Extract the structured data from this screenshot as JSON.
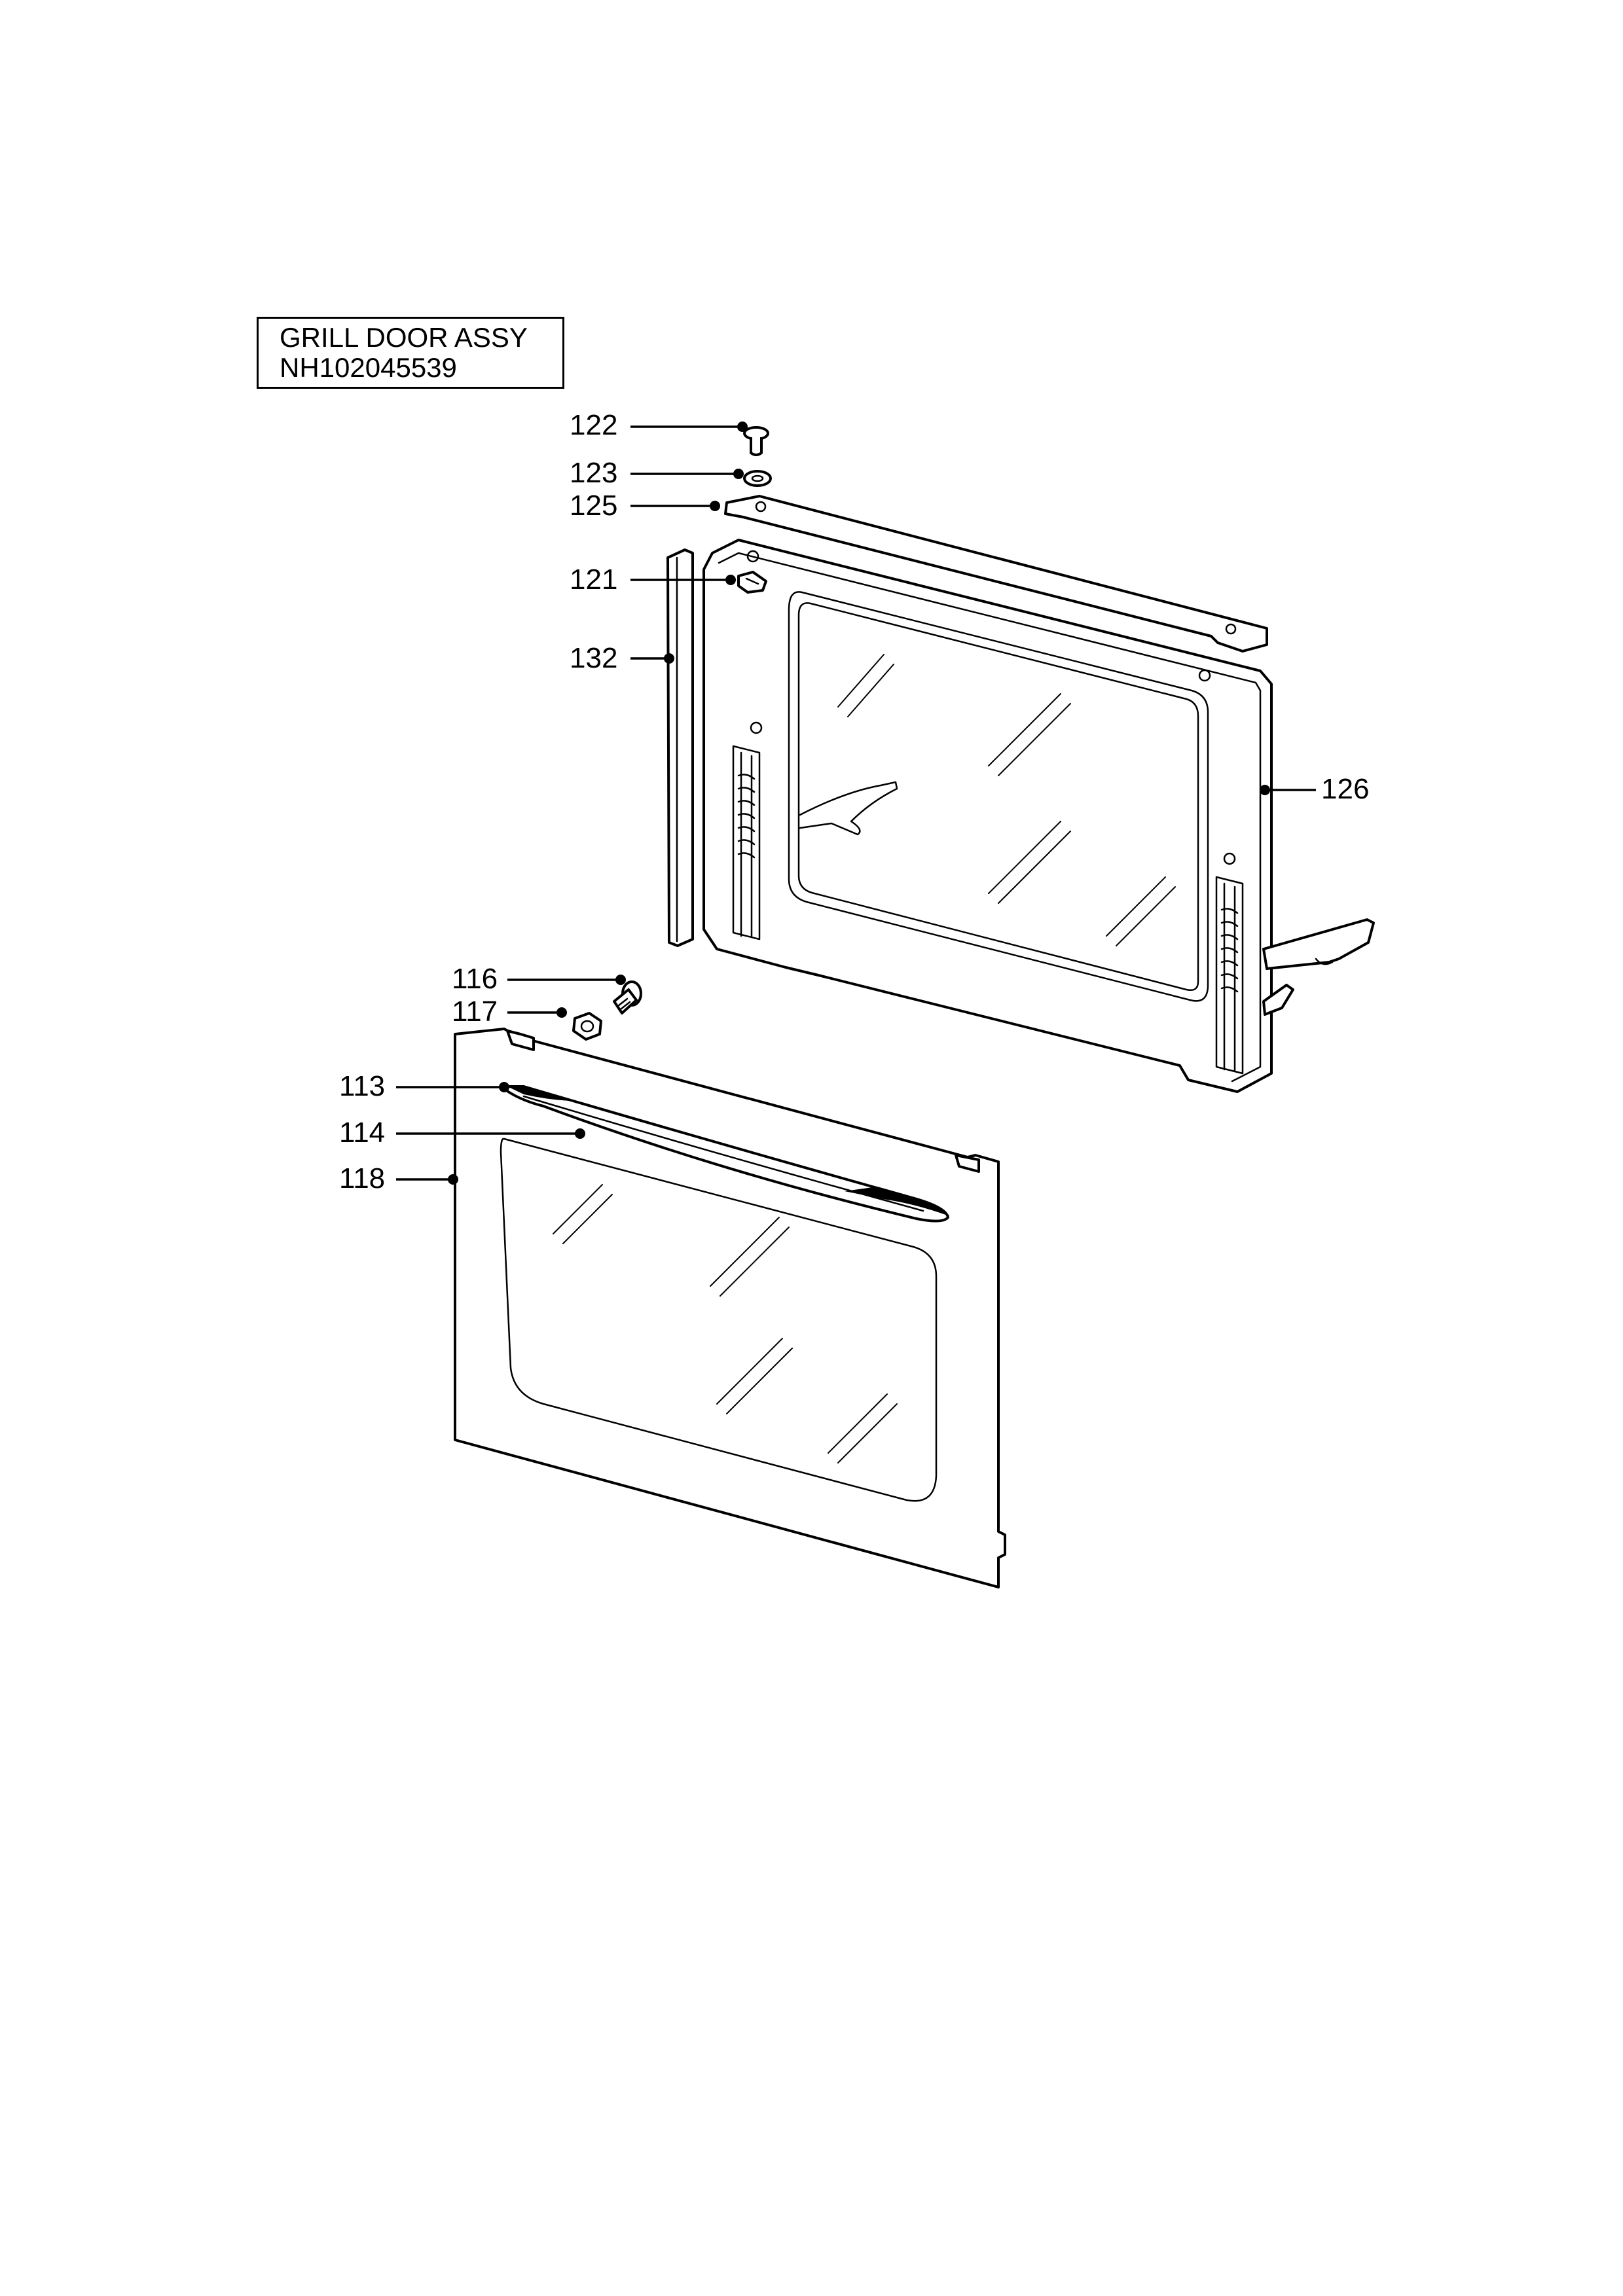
{
  "title": {
    "line1": "GRILL DOOR ASSY",
    "line2": "NH102045539"
  },
  "callouts": [
    {
      "id": "122",
      "label": "122"
    },
    {
      "id": "123",
      "label": "123"
    },
    {
      "id": "125",
      "label": "125"
    },
    {
      "id": "121",
      "label": "121"
    },
    {
      "id": "132",
      "label": "132"
    },
    {
      "id": "126",
      "label": "126"
    },
    {
      "id": "116",
      "label": "116"
    },
    {
      "id": "117",
      "label": "117"
    },
    {
      "id": "113",
      "label": "113"
    },
    {
      "id": "114",
      "label": "114"
    },
    {
      "id": "118",
      "label": "118"
    }
  ]
}
